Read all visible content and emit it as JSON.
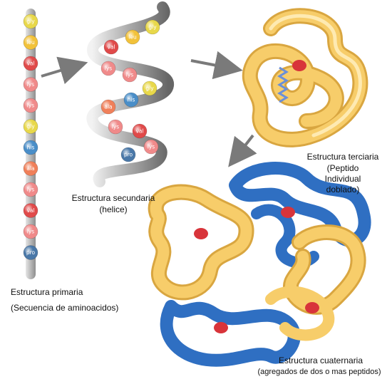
{
  "primary": {
    "title": "Estructura primaria",
    "subtitle": "(Secuencia de aminoacidos)",
    "residues": [
      "gly",
      "leu",
      "val",
      "lys",
      "lys",
      "gly",
      "his",
      "ala",
      "lys",
      "val",
      "lys",
      "pro"
    ]
  },
  "secondary": {
    "title": "Estructura secundaria",
    "subtitle": "(helice)",
    "residues": [
      "gly",
      "leu",
      "val",
      "lys",
      "lys",
      "gly",
      "his",
      "ala",
      "lys",
      "val",
      "lys",
      "pro"
    ]
  },
  "tertiary": {
    "title": "Estructura terciaria",
    "line2": "(Peptido",
    "line3": "Individual",
    "line4": "doblado)"
  },
  "quaternary": {
    "title": "Estructura cuaternaria",
    "subtitle": "(agregados de dos o mas peptidos)"
  },
  "colors": {
    "gly": "#e8d84a",
    "leu": "#f2c23a",
    "val": "#e04a4a",
    "lys": "#f08a8a",
    "his": "#4a8ec8",
    "ala": "#f0805a",
    "pro": "#4a78a8",
    "ribbon_yellow": "#f7cd6a",
    "ribbon_blue": "#3d7fd0",
    "arrow": "#7a7a7a"
  }
}
